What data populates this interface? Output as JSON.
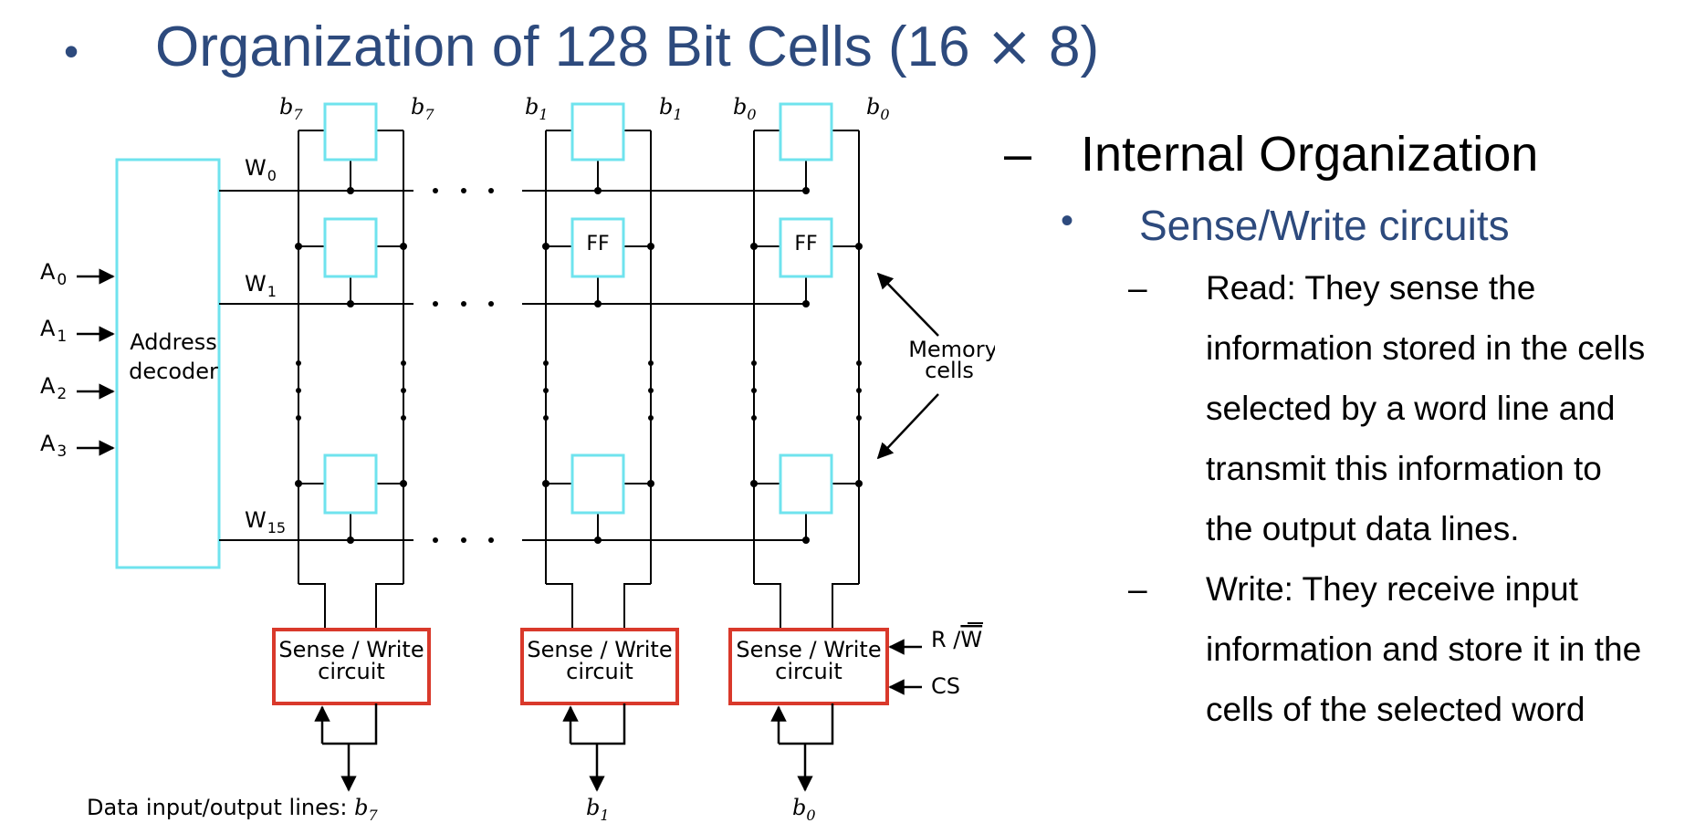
{
  "title": {
    "bullet": "•",
    "text": "Organization of 128 Bit Cells (16 ",
    "times": "×",
    "end": " 8)"
  },
  "outline": {
    "heading": {
      "dash": "–",
      "text": "Internal Organization"
    },
    "subheading": {
      "bullet": "•",
      "text": "Sense/Write circuits"
    },
    "items": [
      {
        "dash": "–",
        "lines": [
          "Read: They sense the",
          "information stored in the cells",
          "selected by a word line and",
          "transmit this information to",
          "the output data lines."
        ]
      },
      {
        "dash": "–",
        "lines": [
          "Write: They receive input",
          "information and store it in the",
          "cells of the selected word"
        ]
      }
    ]
  },
  "diagram": {
    "address_inputs": [
      {
        "base": "A",
        "sub": "0"
      },
      {
        "base": "A",
        "sub": "1"
      },
      {
        "base": "A",
        "sub": "2"
      },
      {
        "base": "A",
        "sub": "3"
      }
    ],
    "decoder_label": [
      "Address",
      "decoder"
    ],
    "word_lines": [
      {
        "base": "W",
        "sub": "0"
      },
      {
        "base": "W",
        "sub": "1"
      },
      {
        "base": "W",
        "sub": "15"
      }
    ],
    "bit_line_labels": [
      {
        "base": "b",
        "sub": "7"
      },
      {
        "base": "b",
        "sub": "7",
        "prime": true
      },
      {
        "base": "b",
        "sub": "1"
      },
      {
        "base": "b",
        "sub": "1",
        "prime": true
      },
      {
        "base": "b",
        "sub": "0"
      },
      {
        "base": "b",
        "sub": "0",
        "prime": true
      }
    ],
    "ff_label": "FF",
    "memory_cells_label": [
      "Memory",
      "cells"
    ],
    "sense_write_label": [
      "Sense / Write",
      "circuit"
    ],
    "control_rw": {
      "r": "R /",
      "w": "W"
    },
    "control_cs": "CS",
    "io_label": "Data input/output lines: ",
    "io_bits": [
      {
        "base": "b",
        "sub": "7"
      },
      {
        "base": "b",
        "sub": "1"
      },
      {
        "base": "b",
        "sub": "0"
      }
    ],
    "colors": {
      "cell": "#6fe3ee",
      "decoder": "#6fe3ee",
      "sense": "#d9392b",
      "line": "#000000"
    }
  }
}
